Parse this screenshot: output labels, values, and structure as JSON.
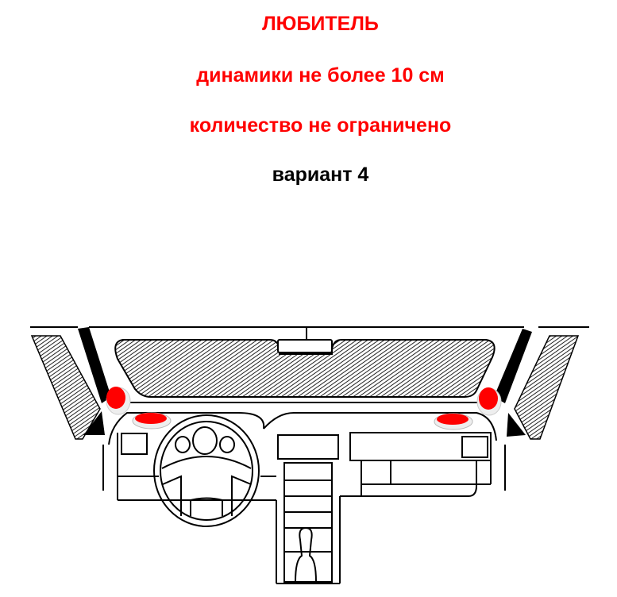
{
  "title": "ЛЮБИТЕЛЬ",
  "line1": "динамики не более 10 см",
  "line2": "количество не ограничено",
  "variant": "вариант 4",
  "colors": {
    "accent": "#ff0000",
    "text": "#000000"
  }
}
